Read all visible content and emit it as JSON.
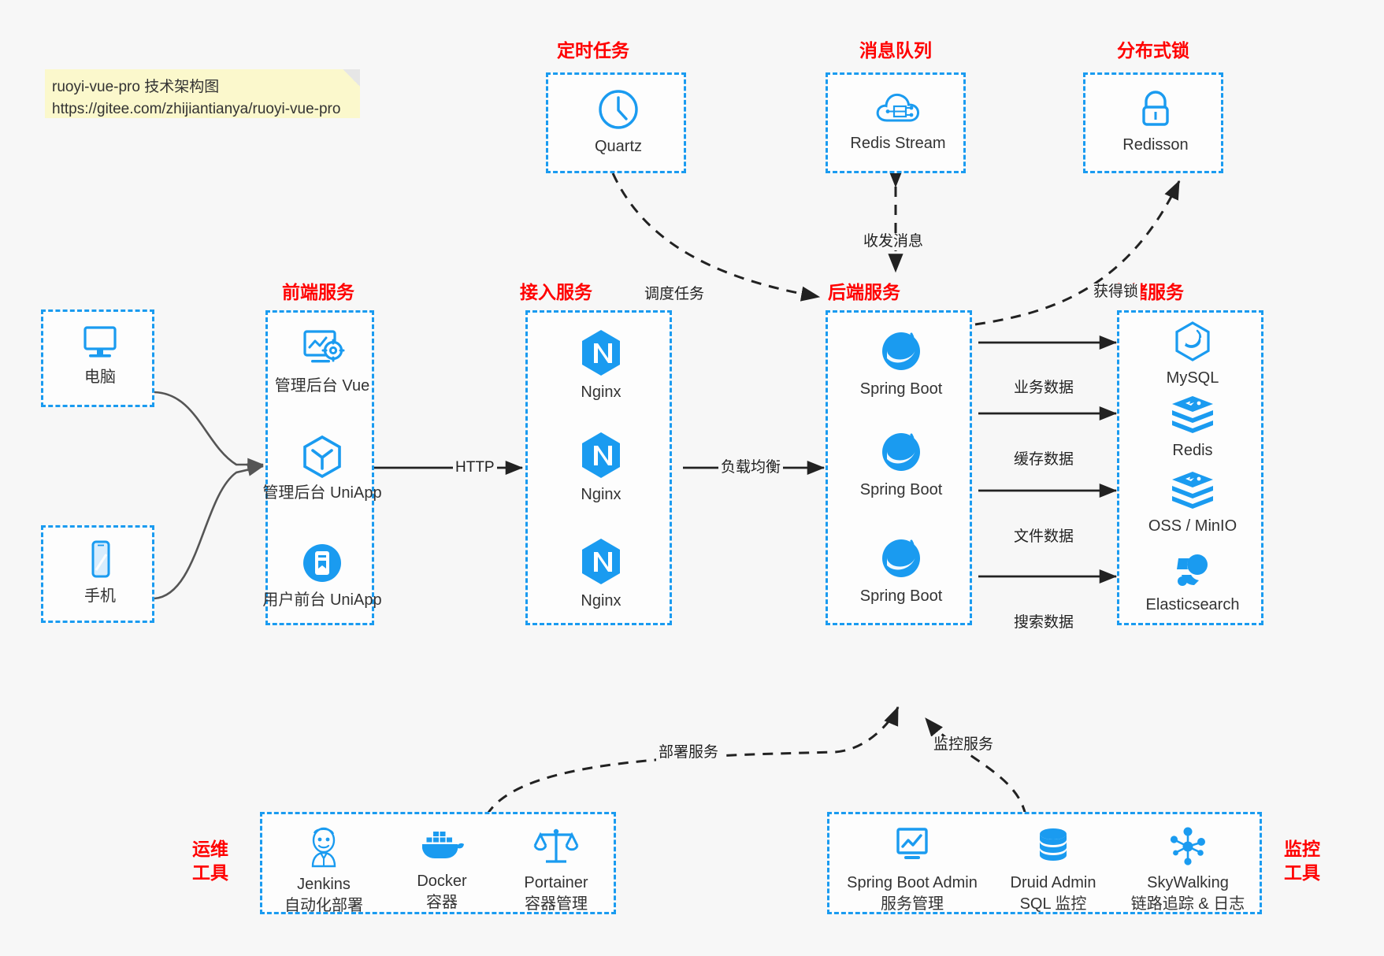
{
  "note": {
    "line1": "ruoyi-vue-pro 技术架构图",
    "line2": "https://gitee.com/zhijiantianya/ruoyi-vue-pro"
  },
  "colors": {
    "box_border": "#1a9bf0",
    "group_title": "#ff0000",
    "icon_blue": "#1a9bf0",
    "arrow_solid": "#222222",
    "arrow_curve": "#555555",
    "background": "#f7f7f7",
    "note_bg": "#fbf8cc"
  },
  "groups": {
    "scheduler": {
      "title": "定时任务"
    },
    "mq": {
      "title": "消息队列"
    },
    "lock": {
      "title": "分布式锁"
    },
    "frontend": {
      "title": "前端服务"
    },
    "gateway": {
      "title": "接入服务"
    },
    "backend": {
      "title": "后端服务"
    },
    "storage": {
      "title": "存储服务"
    },
    "devops": {
      "title": "运维\n工具",
      "title_l1": "运维",
      "title_l2": "工具"
    },
    "monitor": {
      "title": "监控\n工具",
      "title_l1": "监控",
      "title_l2": "工具"
    }
  },
  "clients": [
    {
      "label": "电脑",
      "icon": "desktop-monitor-icon"
    },
    {
      "label": "手机",
      "icon": "mobile-phone-icon"
    }
  ],
  "scheduler_nodes": [
    {
      "label": "Quartz",
      "icon": "clock-icon"
    }
  ],
  "mq_nodes": [
    {
      "label": "Redis Stream",
      "icon": "cloud-stream-icon"
    }
  ],
  "lock_nodes": [
    {
      "label": "Redisson",
      "icon": "padlock-icon"
    }
  ],
  "frontend_nodes": [
    {
      "label": "管理后台 Vue",
      "icon": "dashboard-gear-icon"
    },
    {
      "label": "管理后台 UniApp",
      "icon": "hexagon-cube-icon"
    },
    {
      "label": "用户前台 UniApp",
      "icon": "app-circle-icon"
    }
  ],
  "gateway_nodes": [
    {
      "label": "Nginx",
      "icon": "nginx-hexagon-icon"
    },
    {
      "label": "Nginx",
      "icon": "nginx-hexagon-icon"
    },
    {
      "label": "Nginx",
      "icon": "nginx-hexagon-icon"
    }
  ],
  "backend_nodes": [
    {
      "label": "Spring Boot",
      "icon": "spring-leaf-icon"
    },
    {
      "label": "Spring Boot",
      "icon": "spring-leaf-icon"
    },
    {
      "label": "Spring Boot",
      "icon": "spring-leaf-icon"
    }
  ],
  "storage_nodes": [
    {
      "label": "MySQL",
      "icon": "mysql-dolphin-icon"
    },
    {
      "label": "Redis",
      "icon": "redis-stack-icon"
    },
    {
      "label": "OSS / MinIO",
      "icon": "redis-stack-icon"
    },
    {
      "label": "Elasticsearch",
      "icon": "elasticsearch-icon"
    }
  ],
  "devops_nodes": [
    {
      "label": "Jenkins",
      "sub": "自动化部署",
      "icon": "jenkins-butler-icon"
    },
    {
      "label": "Docker",
      "sub": "容器",
      "icon": "docker-whale-icon"
    },
    {
      "label": "Portainer",
      "sub": "容器管理",
      "icon": "scales-balance-icon"
    }
  ],
  "monitor_nodes": [
    {
      "label": "Spring Boot Admin",
      "sub": "服务管理",
      "icon": "monitor-chart-icon"
    },
    {
      "label": "Druid Admin",
      "sub": "SQL 监控",
      "icon": "database-cylinder-icon"
    },
    {
      "label": "SkyWalking",
      "sub": "链路追踪 & 日志",
      "icon": "skywalking-node-icon"
    }
  ],
  "edge_labels": {
    "http": "HTTP",
    "load_balance": "负载均衡",
    "schedule_task": "调度任务",
    "send_receive_message": "收发消息",
    "acquire_lock": "获得锁",
    "business_data": "业务数据",
    "cache_data": "缓存数据",
    "file_data": "文件数据",
    "search_data": "搜索数据",
    "deploy_service": "部署服务",
    "monitor_service": "监控服务"
  }
}
